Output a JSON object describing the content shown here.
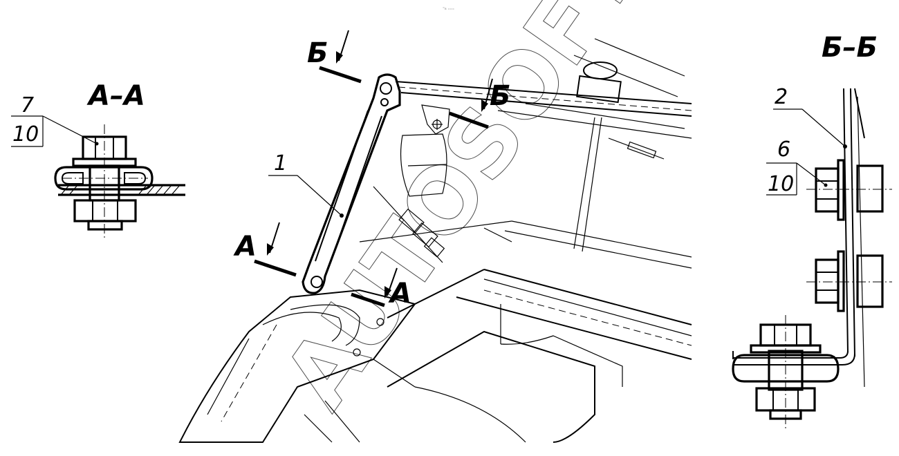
{
  "header_mark": "⁼₈ ₌₌₌",
  "watermark": "AUTOSOFT",
  "views": {
    "section_aa": {
      "title": "А–А",
      "callout_top": "7",
      "callout_bottom": "10"
    },
    "main": {
      "cut_b_left": "Б",
      "cut_b_right": "Б",
      "cut_a_left": "А",
      "cut_a_right": "А",
      "part_label": "1"
    },
    "section_bb": {
      "title": "Б–Б",
      "callout_part": "2",
      "callout_top": "6",
      "callout_bottom": "10"
    }
  }
}
